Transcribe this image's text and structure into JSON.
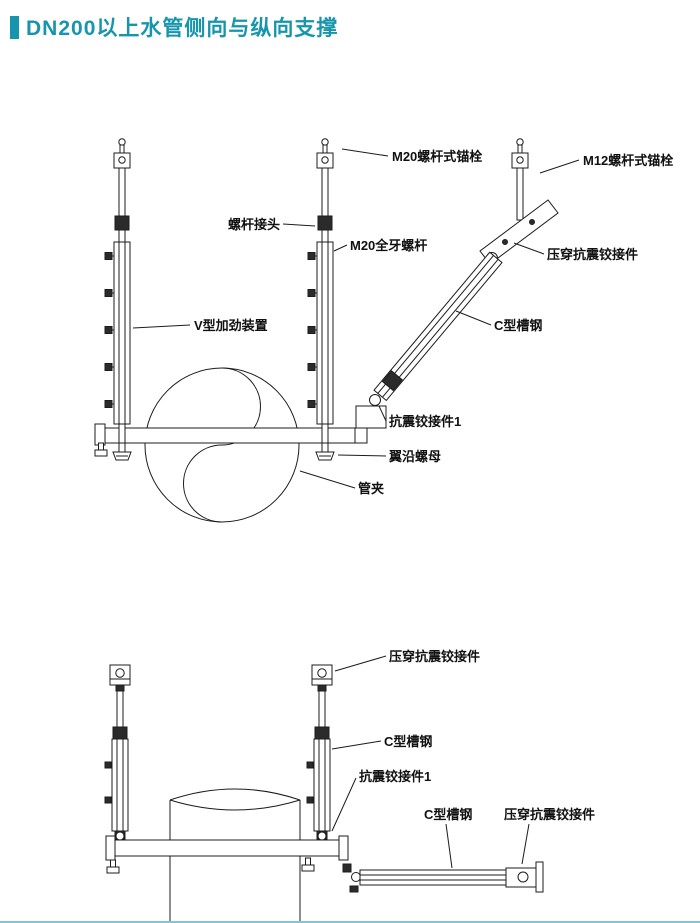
{
  "page": {
    "title": "DN200以上水管侧向与纵向支撑"
  },
  "colors": {
    "accent": "#1795ad",
    "line": "#1c1c1c"
  },
  "diagram_top": {
    "labels": {
      "m20_anchor": "M20螺杆式锚栓",
      "m12_anchor": "M12螺杆式锚栓",
      "rod_coupler": "螺杆接头",
      "m20_rod": "M20全牙螺杆",
      "punch_hinge": "压穿抗震铰接件",
      "v_stiffener": "V型加劲装置",
      "c_channel": "C型槽钢",
      "seismic_hinge1": "抗震铰接件1",
      "wing_nut": "翼沿螺母",
      "pipe_clamp": "管夹"
    }
  },
  "diagram_bottom": {
    "labels": {
      "punch_hinge_top": "压穿抗震铰接件",
      "c_channel_vertical": "C型槽钢",
      "seismic_hinge1": "抗震铰接件1",
      "c_channel_horizontal": "C型槽钢",
      "punch_hinge_right": "压穿抗震铰接件"
    }
  }
}
